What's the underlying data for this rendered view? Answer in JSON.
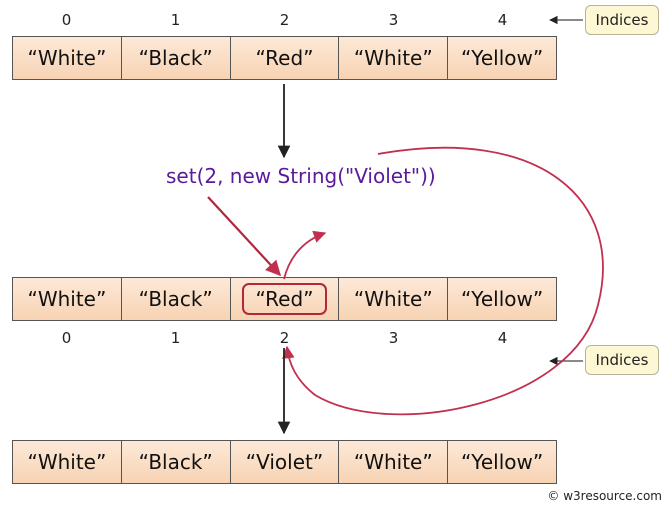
{
  "indices": [
    "0",
    "1",
    "2",
    "3",
    "4"
  ],
  "indices_label": "Indices",
  "before_list": [
    "“White”",
    "“Black”",
    "“Red”",
    "“White”",
    "“Yellow”"
  ],
  "operation": "set(2, new String(\"Violet\"))",
  "after_list": [
    "“White”",
    "“Black”",
    "“Violet”",
    "“White”",
    "“Yellow”"
  ],
  "highlight_index": 2,
  "copyright": "© w3resource.com",
  "colors": {
    "cell_fill": "#f7d3b3",
    "highlight": "#b0283c",
    "operation_text": "#5b1a9a",
    "arrow": "#c2304f",
    "tag_fill": "#fdf7d4"
  }
}
